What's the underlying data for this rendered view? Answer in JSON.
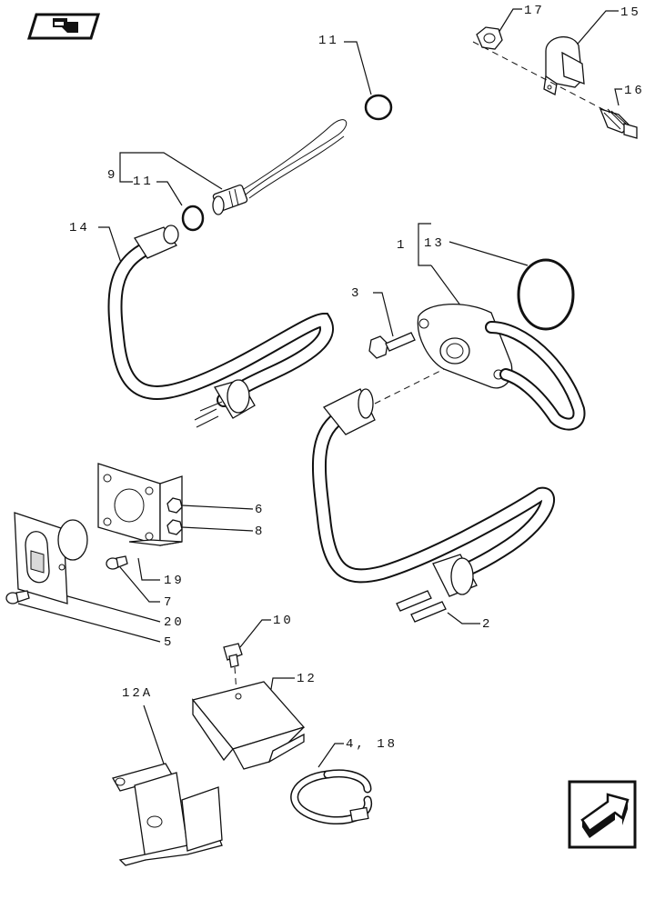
{
  "callouts": {
    "c1": "1",
    "c2": "2",
    "c3": "3",
    "c4_18": "4, 18",
    "c5": "5",
    "c6": "6",
    "c7": "7",
    "c8": "8",
    "c9": "9",
    "c10": "10",
    "c11a": "11",
    "c11b": "11",
    "c12": "12",
    "c12a": "12A",
    "c13": "13",
    "c14": "14",
    "c15": "15",
    "c16": "16",
    "c17": "17",
    "c19": "19",
    "c20": "20"
  },
  "icons": {
    "top_left": "back-arrow-icon",
    "bottom_right": "forward-arrow-icon"
  }
}
